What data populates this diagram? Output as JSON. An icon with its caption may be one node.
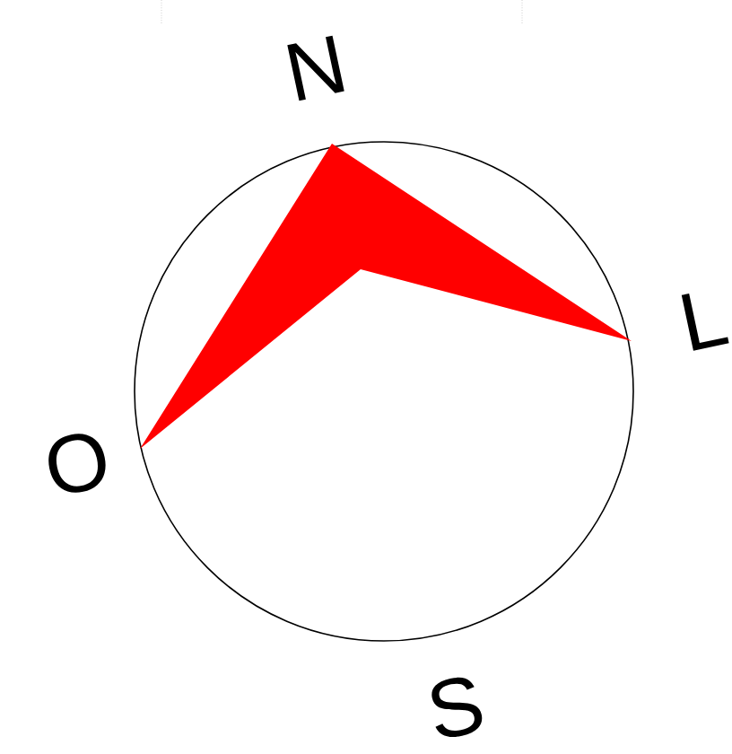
{
  "diagram": {
    "labels": [
      "N",
      "L",
      "O",
      "S"
    ]
  }
}
